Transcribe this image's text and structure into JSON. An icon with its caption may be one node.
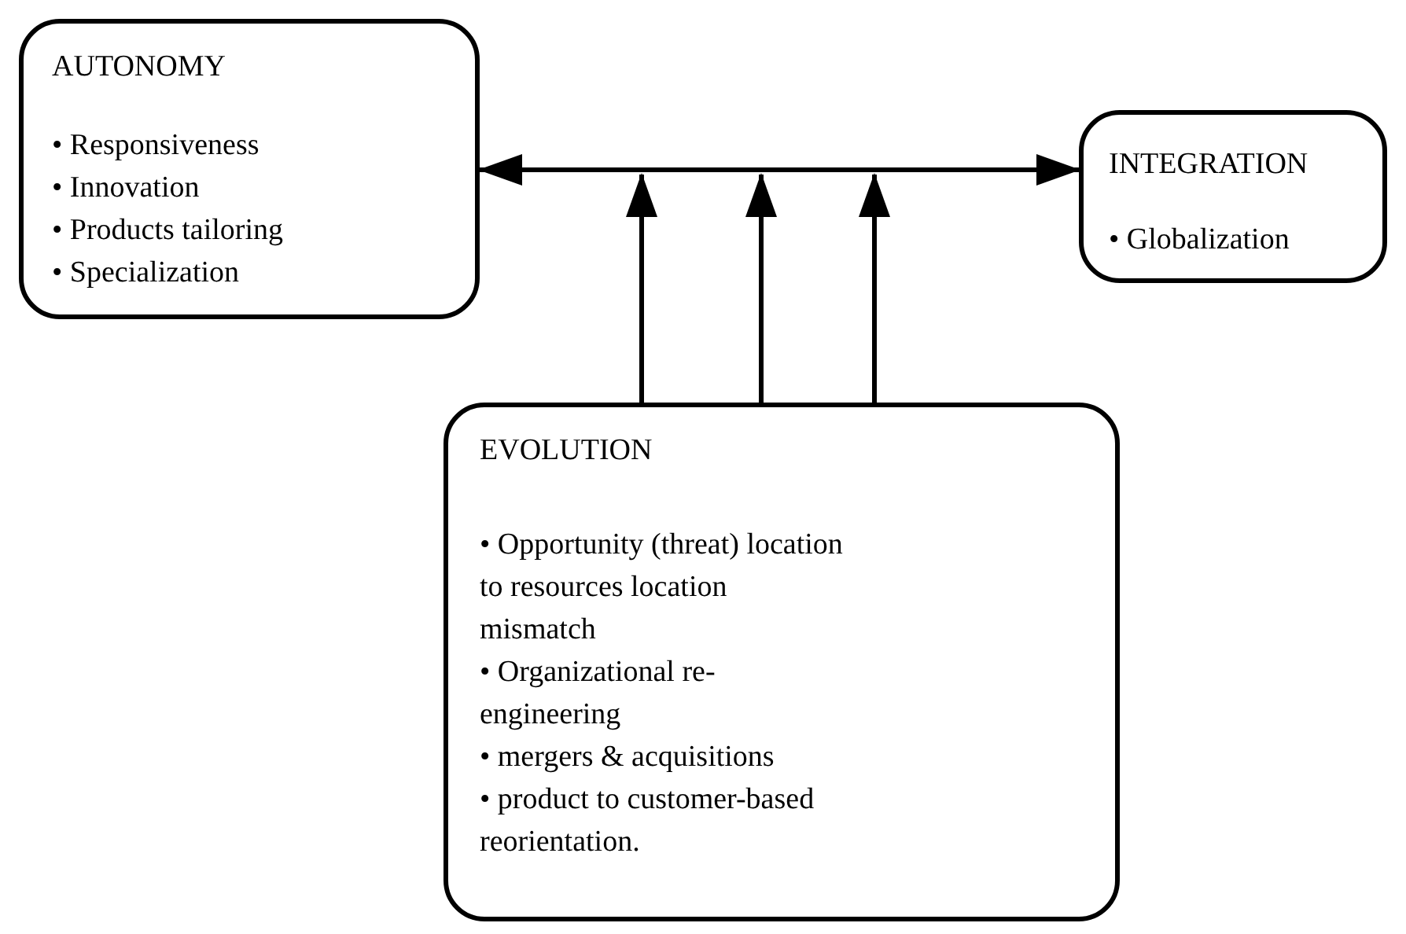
{
  "diagram": {
    "nodes": [
      {
        "text": [
          "AUTONOMY",
          "• Responsiveness",
          "• Innovation",
          "• Products tailoring",
          "• Specialization"
        ]
      },
      {
        "text": [
          "INTEGRATION",
          "• Globalization"
        ]
      },
      {
        "text": [
          "EVOLUTION",
          "• Opportunity (threat) location to resources location mismatch",
          "• Organizational re-engineering",
          "• mergers & acquisitions",
          "• product to customer-based reorientation."
        ]
      }
    ],
    "edges": [
      {
        "from": 0,
        "to": 1,
        "arrow": "both"
      },
      {
        "from": 2,
        "to": null,
        "arrow": "to"
      },
      {
        "from": 2,
        "to": null,
        "arrow": "to"
      },
      {
        "from": 2,
        "to": null,
        "arrow": "to"
      }
    ]
  }
}
